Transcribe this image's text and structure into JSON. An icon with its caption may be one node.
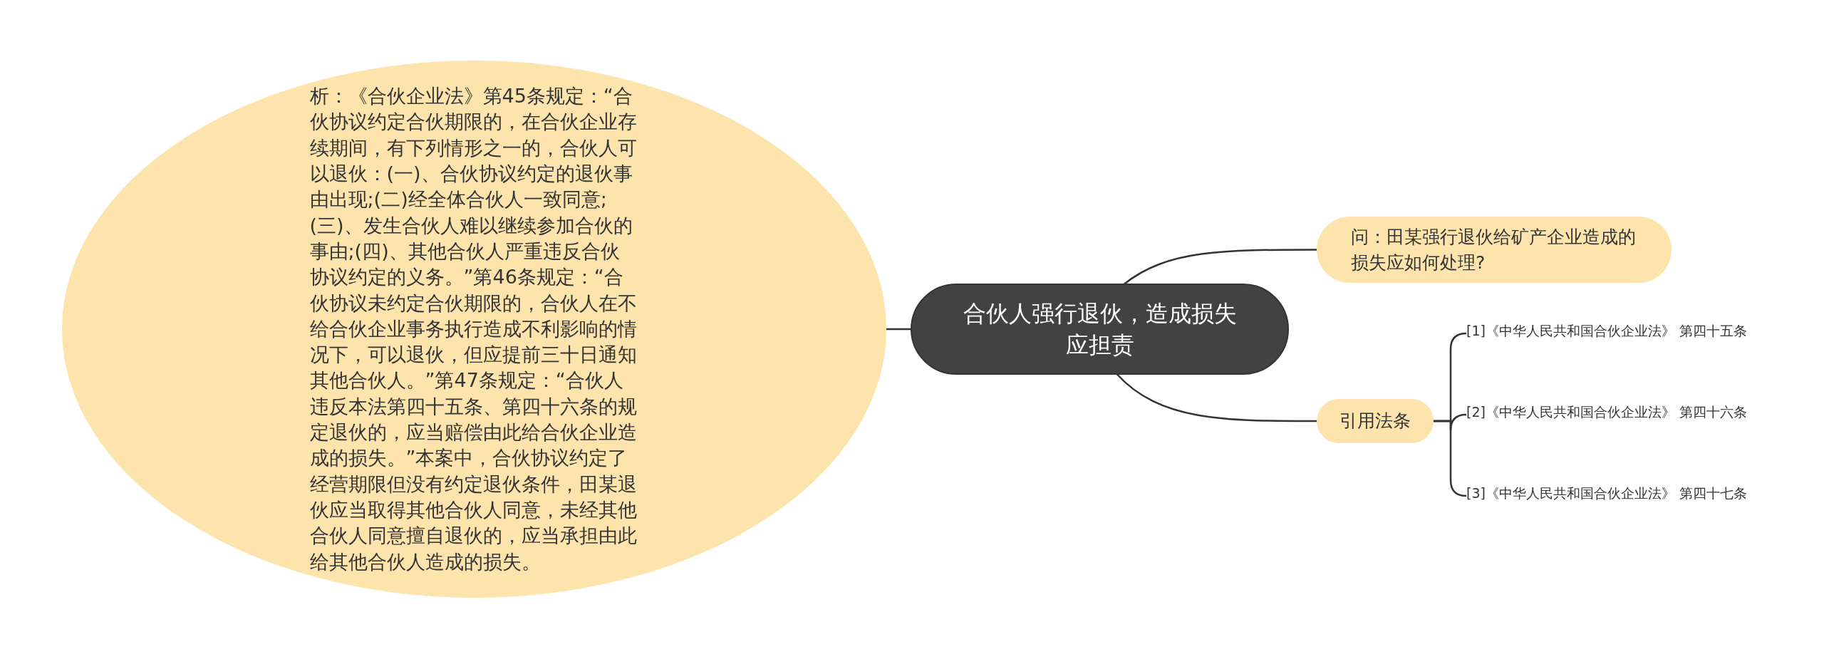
{
  "diagram": {
    "nodes": [
      {
        "text": [
          "合伙人强行退伙，造成损失应担责"
        ]
      },
      {
        "text": [
          "析：《合伙企业法》第45条规定：“合伙协议约定合伙期限的，在合伙企业存续期间，有下列情形之一的，合伙人可以退伙：(一)、合伙协议约定的退伙事由出现;(二)经全体合伙人一致同意;(三)、发生合伙人难以继续参加合伙的事由;(四)、其他合伙人严重违反合伙协议约定的义务。”第46条规定：“合伙协议未约定合伙期限的，合伙人在不给合伙企业事务执行造成不利影响的情况下，可以退伙，但应提前三十日通知其他合伙人。”第47条规定：“合伙人违反本法第四十五条、第四十六条的规定退伙的，应当赔偿由此给合伙企业造成的损失。”本案中，合伙协议约定了经营期限但没有约定退伙条件，田某退伙应当取得其他合伙人同意，未经其他合伙人同意擅自退伙的，应当承担由此给其他合伙人造成的损失。"
        ]
      },
      {
        "text": [
          "问：田某强行退伙给矿产企业造成的损失应如何处理?"
        ]
      },
      {
        "text": [
          "引用法条"
        ]
      },
      {
        "text": [
          "[1]《中华人民共和国合伙企业法》 第四十五条"
        ]
      },
      {
        "text": [
          "[2]《中华人民共和国合伙企业法》 第四十六条"
        ]
      },
      {
        "text": [
          "[3]《中华人民共和国合伙企业法》 第四十七条"
        ]
      }
    ],
    "edges": [
      {
        "from": 0,
        "to": 1,
        "arrow": "none"
      },
      {
        "from": 0,
        "to": 2,
        "arrow": "none"
      },
      {
        "from": 0,
        "to": 3,
        "arrow": "none"
      },
      {
        "from": 3,
        "to": 4,
        "arrow": "none"
      },
      {
        "from": 3,
        "to": 5,
        "arrow": "none"
      },
      {
        "from": 3,
        "to": 6,
        "arrow": "none"
      }
    ]
  }
}
